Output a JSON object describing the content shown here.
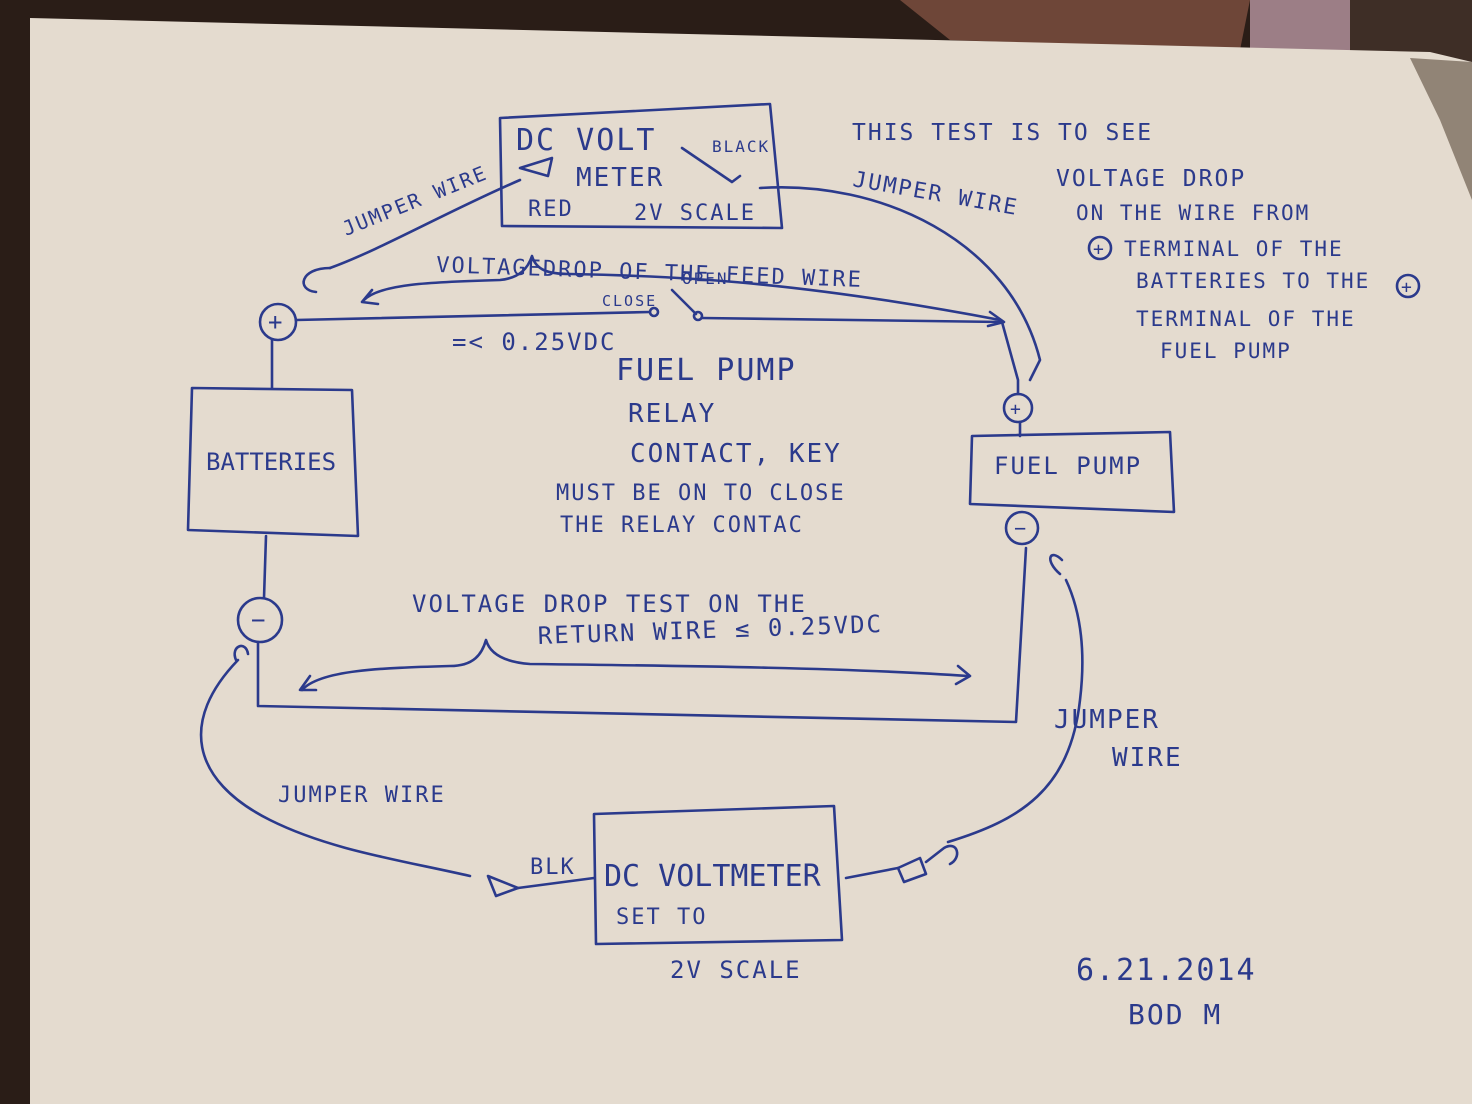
{
  "colors": {
    "paper": "#e4dbcf",
    "ink": "#2b3a8c",
    "background": "#2a1d17"
  },
  "top_meter": {
    "line1": "DC VOLT",
    "line2": "METER",
    "red_label": "RED",
    "black_label": "BLACK",
    "scale": "2V SCALE"
  },
  "jumper_labels": {
    "top_left": "JUMPER WIRE",
    "top_right": "JUMPER WIRE",
    "bottom_left": "JUMPER WIRE",
    "bottom_right_line1": "JUMPER",
    "bottom_right_line2": "WIRE"
  },
  "note": {
    "line1": "THIS TEST IS TO SEE",
    "line2": "VOLTAGE DROP",
    "line3": "ON THE WIRE FROM",
    "line4": "TERMINAL OF THE",
    "line5": "BATTERIES TO THE",
    "line6": "TERMINAL OF THE",
    "line7": "FUEL PUMP"
  },
  "feed": {
    "label": "VOLTAGEDROP OF THE FEED WIRE",
    "value": "=< 0.25VDC",
    "switch_open": "OPEN",
    "switch_close": "CLOSE"
  },
  "relay": {
    "line1": "FUEL PUMP",
    "line2": "RELAY",
    "line3": "CONTACT, KEY",
    "line4": "MUST BE ON TO CLOSE",
    "line5": "THE RELAY CONTAC"
  },
  "batteries": {
    "label": "BATTERIES",
    "plus": "+",
    "minus": "−"
  },
  "fuel_pump": {
    "label": "FUEL PUMP",
    "plus": "+",
    "minus": "−"
  },
  "return": {
    "line1": "VOLTAGE DROP TEST ON THE",
    "line2": "RETURN WIRE ≤ 0.25VDC"
  },
  "bottom_meter": {
    "line1": "DC VOLTMETER",
    "line2": "SET TO",
    "scale": "2V SCALE",
    "blk_label": "BLK"
  },
  "signature": {
    "date": "6.21.2014",
    "name": "BOD M"
  }
}
